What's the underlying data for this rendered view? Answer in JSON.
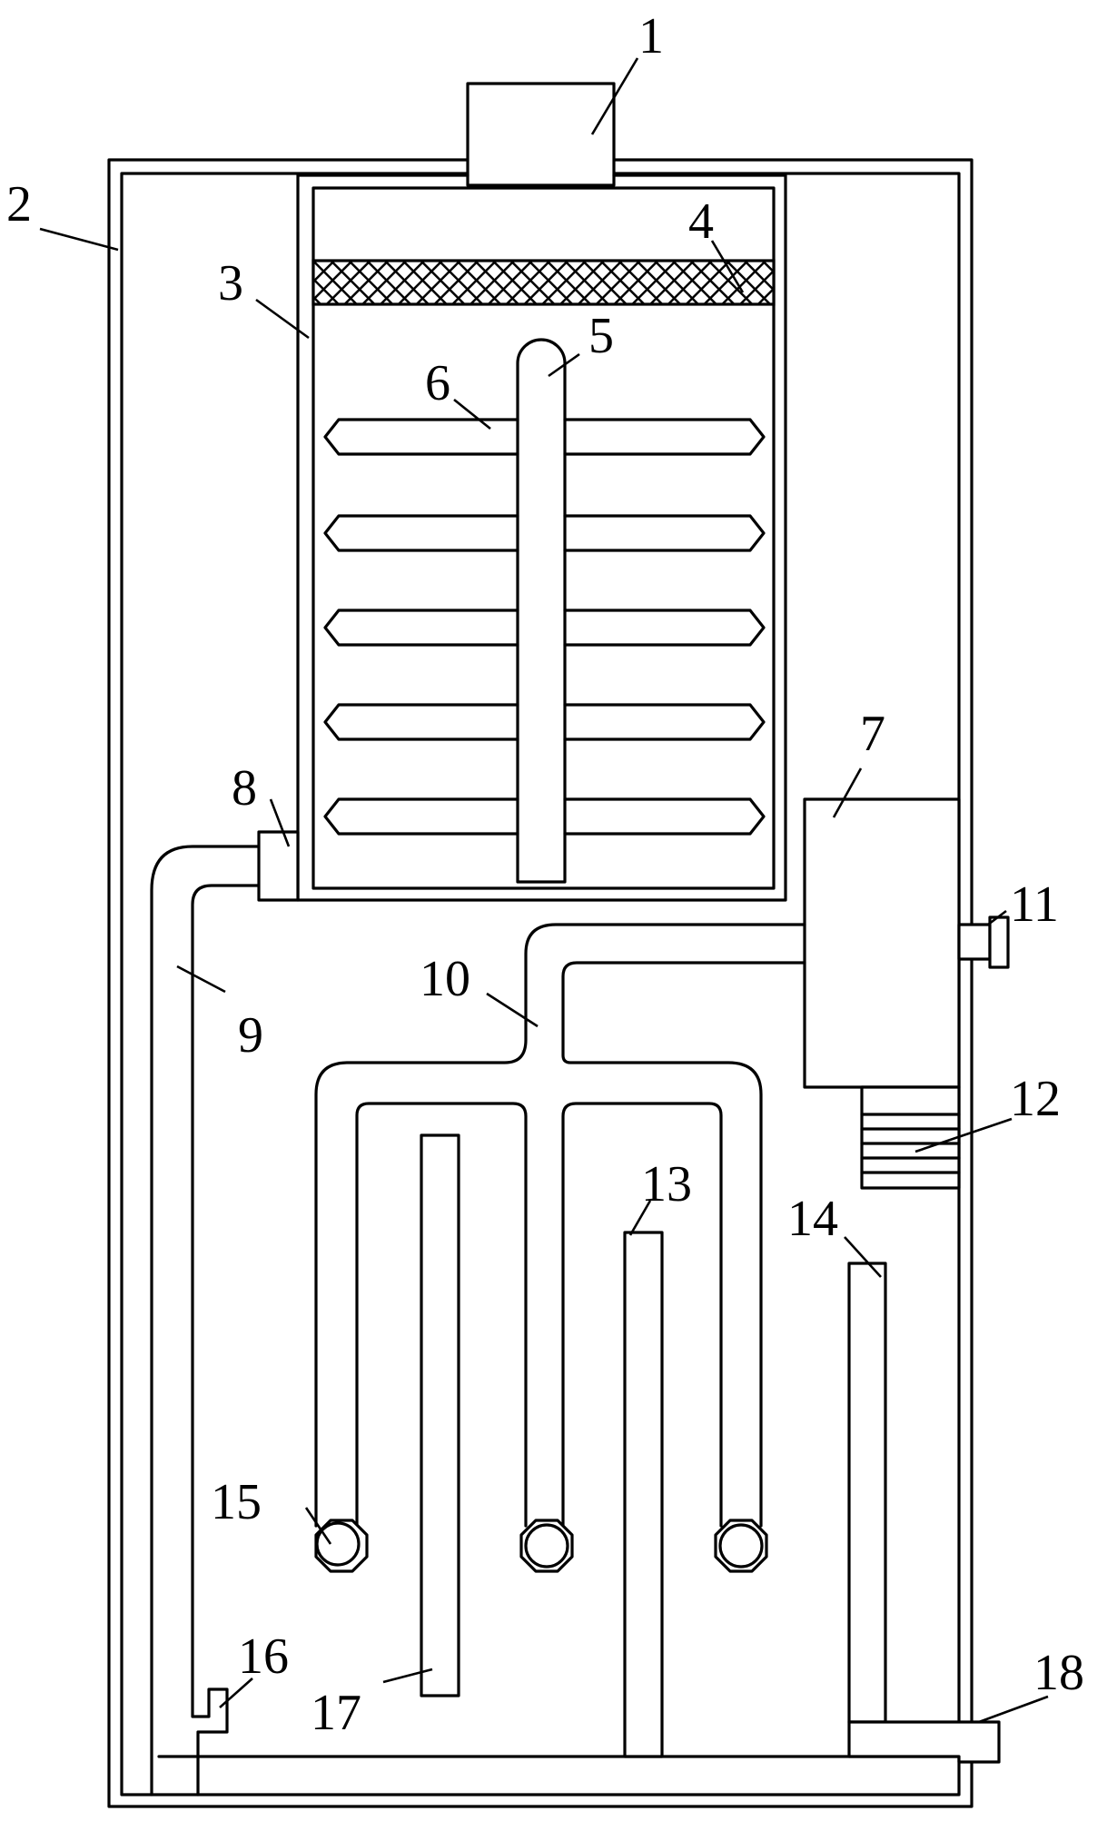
{
  "diagram": {
    "callouts": [
      {
        "id": "1",
        "text": "1",
        "target": "top-vent"
      },
      {
        "id": "2",
        "text": "2",
        "target": "outer-housing"
      },
      {
        "id": "3",
        "text": "3",
        "target": "inner-tank"
      },
      {
        "id": "4",
        "text": "4",
        "target": "filter-mesh"
      },
      {
        "id": "5",
        "text": "5",
        "target": "central-shaft"
      },
      {
        "id": "6",
        "text": "6",
        "target": "horizontal-fins"
      },
      {
        "id": "7",
        "text": "7",
        "target": "control-box"
      },
      {
        "id": "8",
        "text": "8",
        "target": "connector-valve"
      },
      {
        "id": "9",
        "text": "9",
        "target": "left-pipe"
      },
      {
        "id": "10",
        "text": "10",
        "target": "branch-pipe"
      },
      {
        "id": "11",
        "text": "11",
        "target": "side-port"
      },
      {
        "id": "12",
        "text": "12",
        "target": "vent-grille"
      },
      {
        "id": "13",
        "text": "13",
        "target": "middle-post"
      },
      {
        "id": "14",
        "text": "14",
        "target": "right-post"
      },
      {
        "id": "15",
        "text": "15",
        "target": "nozzle"
      },
      {
        "id": "16",
        "text": "16",
        "target": "bottom-block"
      },
      {
        "id": "17",
        "text": "17",
        "target": "left-post"
      },
      {
        "id": "18",
        "text": "18",
        "target": "drain-outlet"
      }
    ],
    "colors": {
      "stroke": "#000000",
      "background": "#ffffff",
      "mesh": "#000000"
    }
  }
}
